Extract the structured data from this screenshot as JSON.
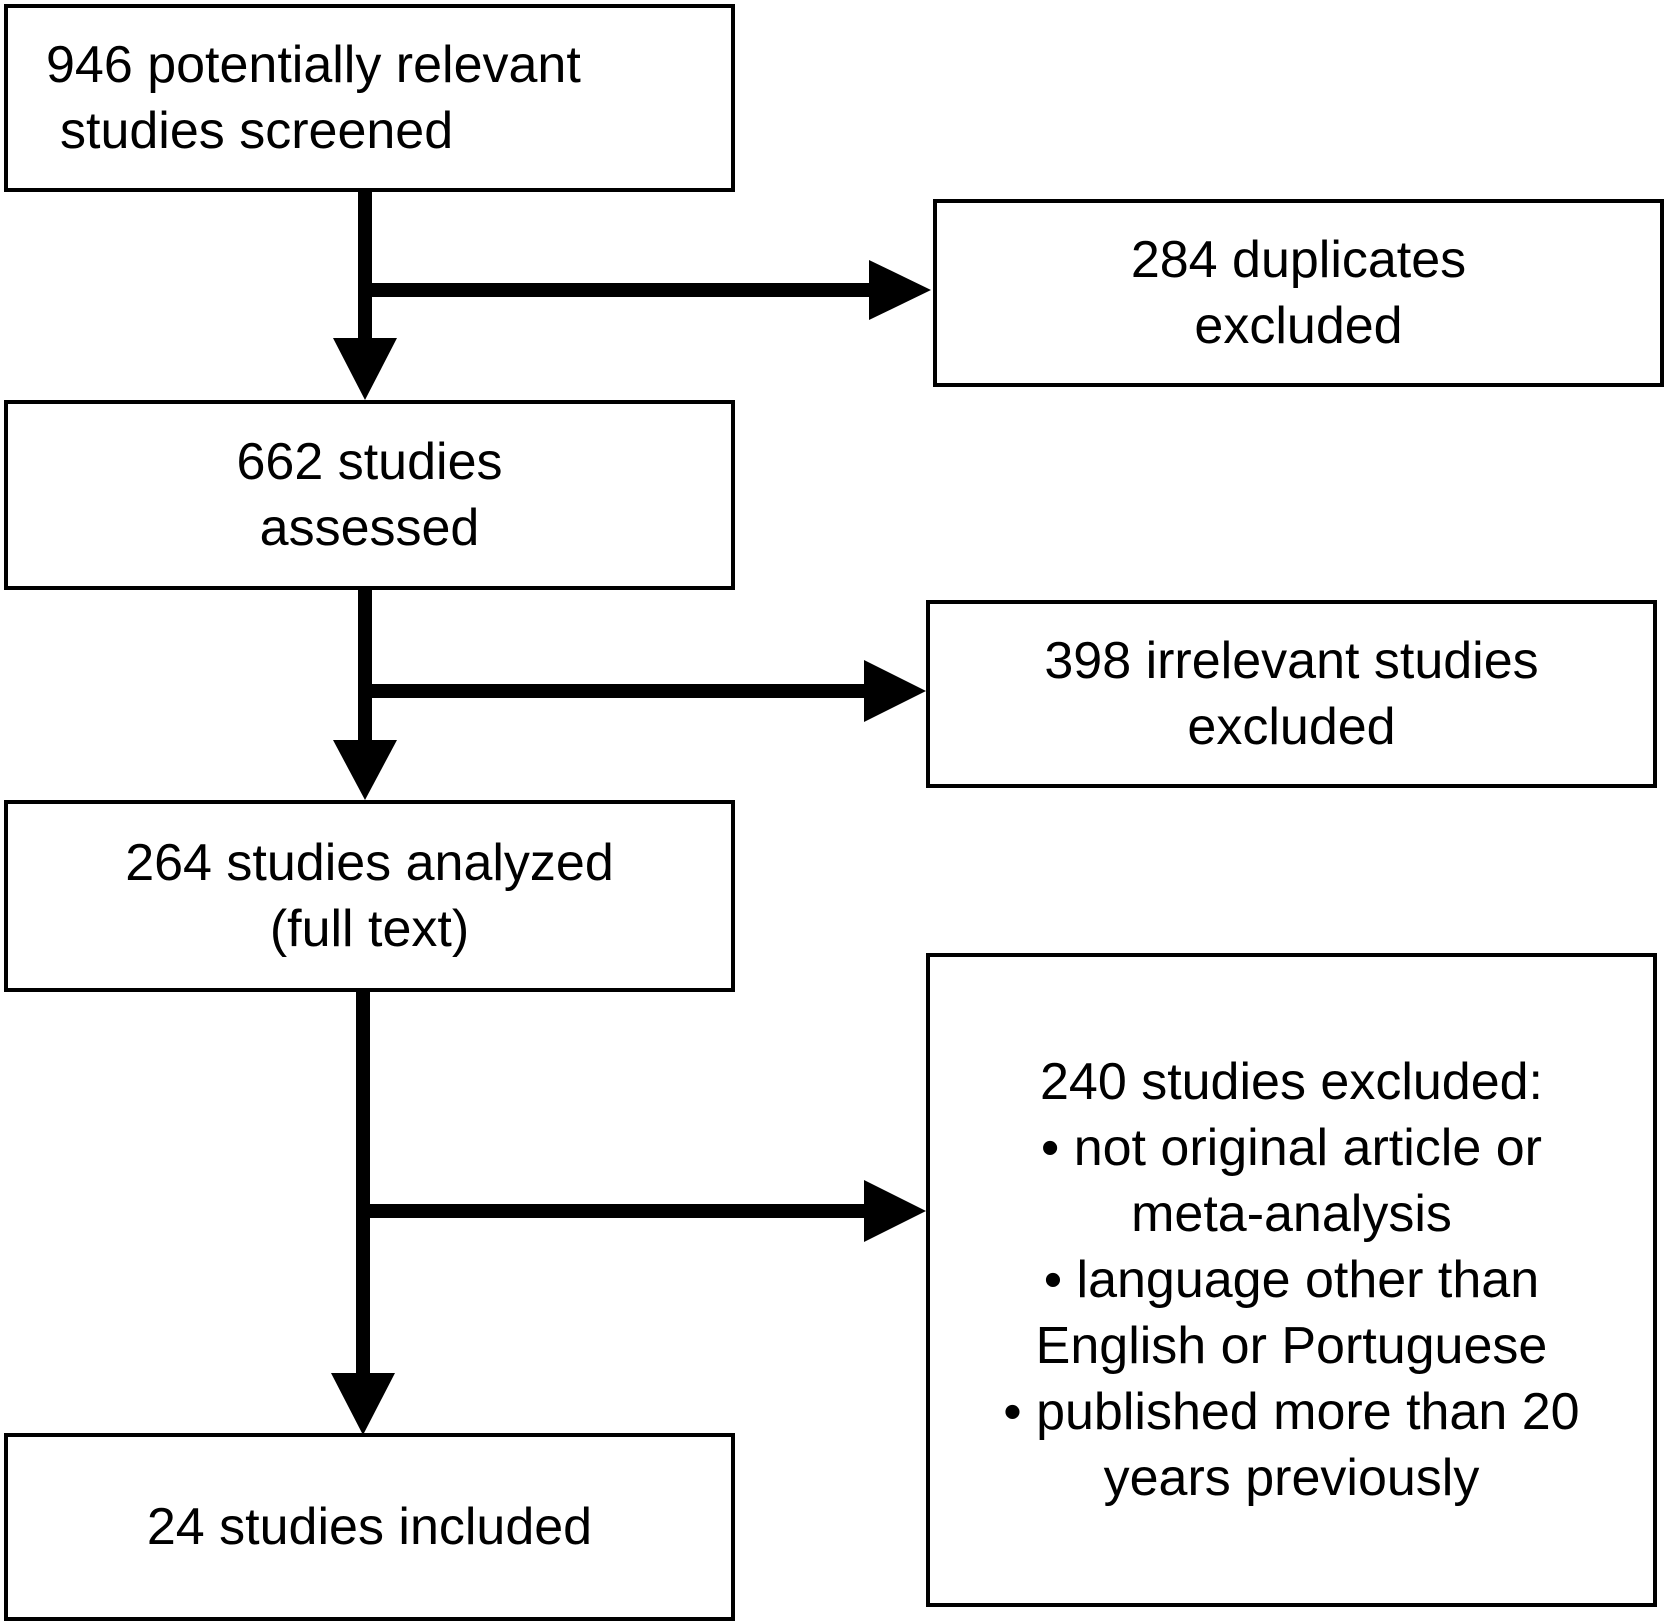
{
  "flow": {
    "screened": {
      "line1": "946 potentially relevant",
      "line2": "studies screened"
    },
    "duplicates": {
      "line1": "284 duplicates",
      "line2": "excluded"
    },
    "assessed": {
      "line1": "662 studies",
      "line2": "assessed"
    },
    "irrelevant": {
      "line1": "398 irrelevant studies",
      "line2": "excluded"
    },
    "analyzed": {
      "line1": "264 studies analyzed",
      "line2": "(full text)"
    },
    "excluded_fulltext": {
      "line1": "240 studies excluded:",
      "line2": "• not original article or",
      "line3": "meta-analysis",
      "line4": "• language other than",
      "line5": "English or Portuguese",
      "line6": "• published more than 20",
      "line7": "years previously"
    },
    "included": {
      "line1": "24 studies included"
    }
  }
}
